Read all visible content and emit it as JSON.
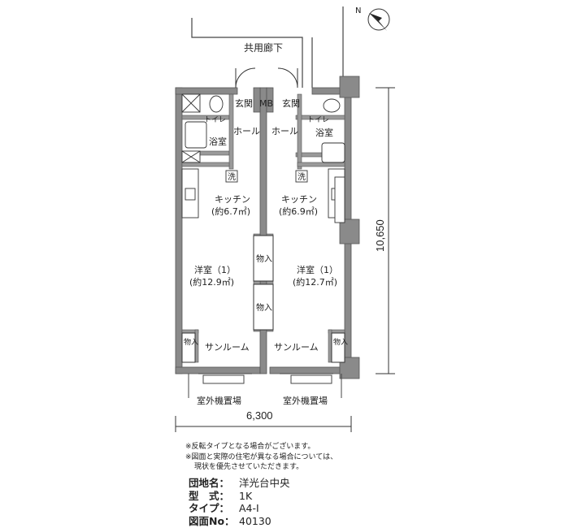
{
  "header": {
    "corridor": "共用廊下"
  },
  "rooms": {
    "genkan_left": "玄関",
    "mb": "MB",
    "genkan_right": "玄関",
    "toilet_left": "トイレ",
    "toilet_right": "トイレ",
    "hall_left": "ホール",
    "hall_right": "ホール",
    "bath_left": "浴室",
    "bath_right": "浴室",
    "wash_left": "洗",
    "wash_right": "洗",
    "kitchen_left": "キッチン",
    "kitchen_left_area": "(約6.7㎡)",
    "kitchen_right": "キッチン",
    "kitchen_right_area": "(約6.9㎡)",
    "closet_top": "物入",
    "closet_bottom": "物入",
    "western_left": "洋室（1）",
    "western_left_area": "(約12.9㎡)",
    "western_right": "洋室（1）",
    "western_right_area": "(約12.7㎡)",
    "closet_left_small": "物入",
    "closet_right_small": "物入",
    "sunroom_left": "サンルーム",
    "sunroom_right": "サンルーム",
    "outdoor_unit_left": "室外機置場",
    "outdoor_unit_right": "室外機置場"
  },
  "dimensions": {
    "width": "6,300",
    "height": "10,650"
  },
  "compass": {
    "label": "N"
  },
  "notes": [
    "※反転タイプとなる場合がございます。",
    "※図面と実際の住宅が異なる場合については、",
    "現状を優先させていただきます。"
  ],
  "info": {
    "danchi_label": "団地名：",
    "danchi_value": "洋光台中央",
    "type_label": "型　式：",
    "type_value": "1K",
    "taipu_label": "タイプ：",
    "taipu_value": "A4-I",
    "zumen_label": "図面No：",
    "zumen_value": "40130"
  }
}
